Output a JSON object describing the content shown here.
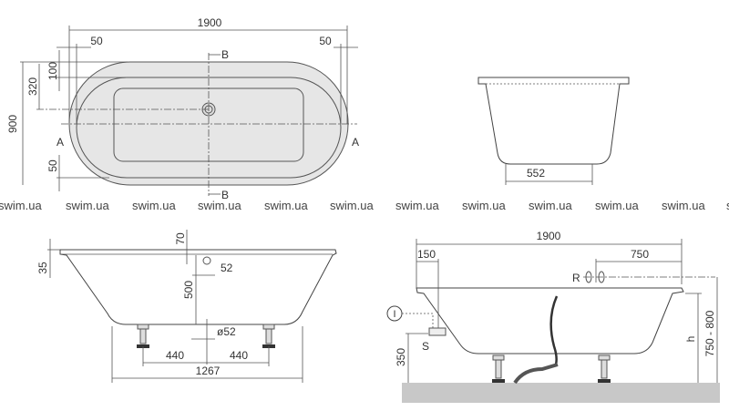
{
  "watermark": "swim.ua",
  "top_view": {
    "length": "1900",
    "rim_left": "50",
    "rim_right": "50",
    "width": "900",
    "drain_offset": "320",
    "rim_top": "100",
    "rim_bottom": "50",
    "section_a": "A",
    "section_b": "B"
  },
  "end_view": {
    "bottom_width": "552"
  },
  "side_view_a": {
    "rim_height": "35",
    "overflow_offset": "70",
    "overflow_diameter": "52",
    "depth": "500",
    "drain_diameter": "ø52",
    "foot_left": "440",
    "foot_right": "440",
    "base_length": "1267"
  },
  "side_view_b": {
    "length": "1900",
    "siphon_offset": "150",
    "tap_offset": "750",
    "tap_label": "R",
    "info_symbol": "I",
    "siphon_label": "S",
    "siphon_height": "350",
    "height_label": "h",
    "total_height": "750 - 800"
  },
  "colors": {
    "tub_fill": "#e6e6e6",
    "floor": "#c8c8c8"
  }
}
